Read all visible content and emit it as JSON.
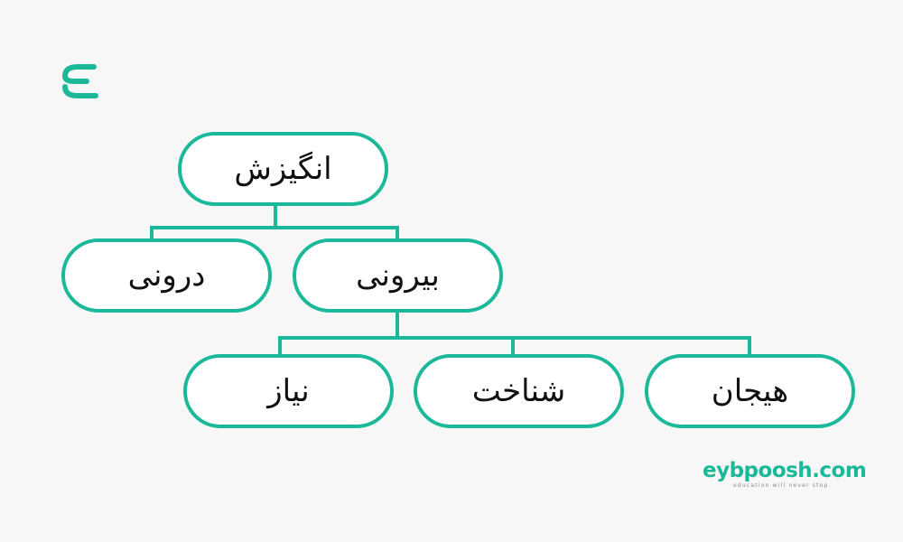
{
  "diagram": {
    "root": {
      "label": "انگیزش"
    },
    "level1": [
      {
        "label": "درونی"
      },
      {
        "label": "بیرونی"
      }
    ],
    "level2": [
      {
        "label": "نیاز"
      },
      {
        "label": "شناخت"
      },
      {
        "label": "هیجان"
      }
    ]
  },
  "brand": {
    "name": "eybpoosh.com",
    "tagline": "education will never stop"
  },
  "colors": {
    "accent": "#1bb89a",
    "background": "#f7f7f7",
    "node_fill": "#ffffff",
    "text": "#111111"
  },
  "icons": {
    "logo": "eybpoosh-logo-icon"
  }
}
